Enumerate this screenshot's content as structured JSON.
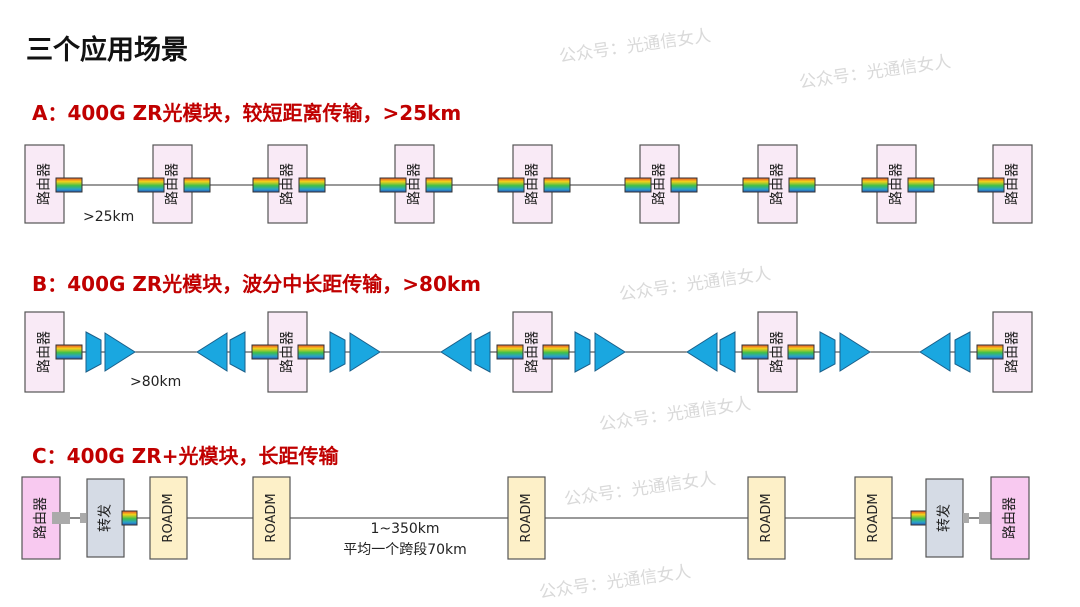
{
  "title": "三个应用场景",
  "watermark": "公众号：光通信女人",
  "router_label": "路由器",
  "transponder_label": "转发",
  "roadm_label": "ROADM",
  "sections": [
    {
      "heading": "A：400G ZR光模块，较短距离传输，>25km",
      "distance": ">25km"
    },
    {
      "heading": "B：400G ZR光模块，波分中长距传输，>80km",
      "distance": ">80km"
    },
    {
      "heading": "C：400G ZR+光模块，长距传输",
      "distance": "1~350km",
      "span_note": "平均一个跨段70km"
    }
  ],
  "colors": {
    "router_fill": "#f9eaf6",
    "router_c_fill": "#f8c9f0",
    "amp_fill": "#1aa7e0",
    "transponder_fill": "#d5dbe5",
    "roadm_fill": "#fdf0c8",
    "heading": "#c00000"
  }
}
